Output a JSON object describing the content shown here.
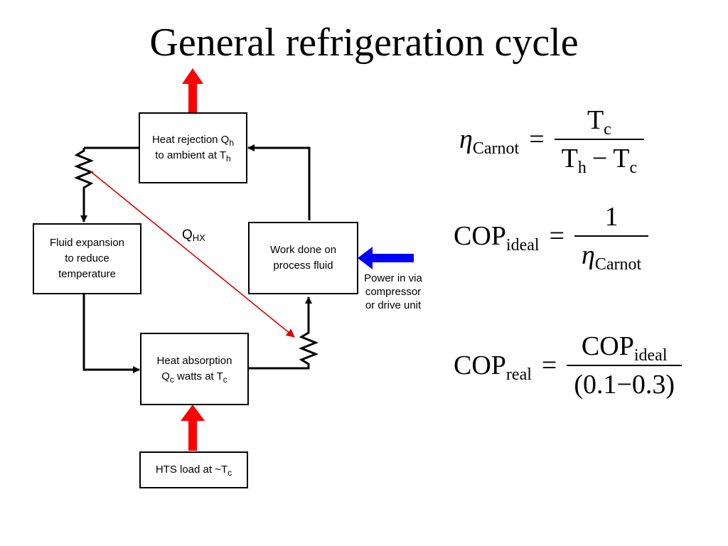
{
  "title": "General refrigeration cycle",
  "boxes": {
    "heat_rejection": {
      "line1_text": "Heat rejection Q",
      "line1_sub": "h",
      "line2_text": "to ambient at T",
      "line2_sub": "h"
    },
    "fluid_expansion": {
      "line1": "Fluid expansion",
      "line2": "to reduce",
      "line3": "temperature"
    },
    "work_done": {
      "line1": "Work done on",
      "line2": "process fluid"
    },
    "heat_absorption": {
      "line1": "Heat absorption",
      "line2_pre": "Q",
      "line2_sub1": "c",
      "line2_mid": " watts at T",
      "line2_sub2": "c"
    },
    "hts_load": {
      "text": "HTS load at ~T",
      "sub": "c"
    }
  },
  "qhx": {
    "main": "Q",
    "sub": "HX"
  },
  "power_label": {
    "line1": "Power in via",
    "line2": "compressor",
    "line3": "or drive unit"
  },
  "colors": {
    "heat_arrow": "#ff0000",
    "power_arrow": "#0000ff",
    "hx_line": "#e00000",
    "line": "#000000"
  },
  "equations": {
    "eq1": {
      "lhs_sym": "η",
      "lhs_sub": "Carnot",
      "op": "=",
      "num_main": "T",
      "num_sub": "c",
      "den_a": "T",
      "den_a_sub": "h",
      "den_minus": "−",
      "den_b": "T",
      "den_b_sub": "c"
    },
    "eq2": {
      "lhs_main": "COP",
      "lhs_sub": "ideal",
      "op": "=",
      "num": "1",
      "den_sym": "η",
      "den_sub": "Carnot"
    },
    "eq3": {
      "lhs_main": "COP",
      "lhs_sub": "real",
      "op": "=",
      "num_main": "COP",
      "num_sub": "ideal",
      "den": "(0.1−0.3)"
    }
  }
}
